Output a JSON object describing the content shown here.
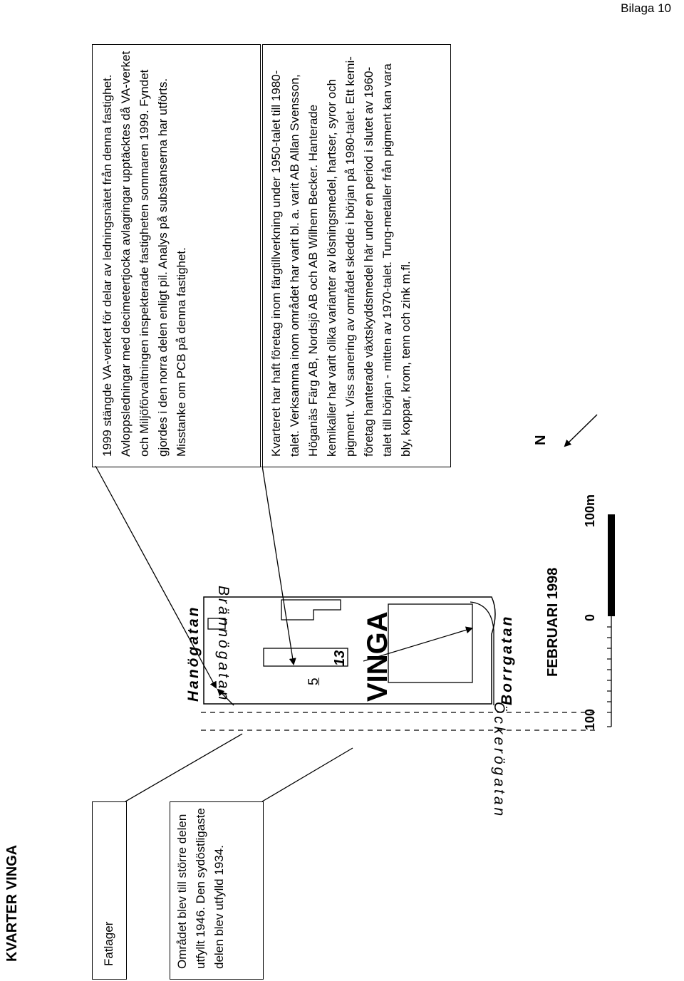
{
  "header": {
    "appendix": "Bilaga 10"
  },
  "page_title": "KVARTER VINGA",
  "boxes": {
    "fatlager": "Fatlager",
    "omradet": "Området blev  till större delen utfyllt 1946. Den sydöstligaste delen blev utfylld 1934.",
    "va_verket": "1999 stängde VA-verket för delar av ledningsnätet från denna fastighet. Avloppsledningar med decimetertjocka avlagringar upptäcktes då VA-verket och Miljöförvaltningen inspekterade fastigheten sommaren 1999. Fyndet gjordes i den norra delen enligt pil. Analys på substanserna har utförts. Misstanke om PCB på denna fastighet.",
    "kvarteret": "Kvarteret har haft företag inom färgtillverkning under 1950-talet till 1980-talet. Verksamma inom området har varit bl. a. varit AB Allan Svensson, Höganäs Färg AB, Nordsjö AB och AB Wilhem Becker. Hanterade kemikalier har varit olika varianter av lösningsmedel, hartser, syror och pigment. Viss sanering av området skedde i början på 1980-talet. Ett kemi-företag hanterade växtskyddsmedel här under en period i slutet av 1960-talet till början - mitten av 1970-talet. Tung-metaller från pigment kan vara bly, koppar, krom, tenn och zink m.fl."
  },
  "map": {
    "streets": {
      "hanogatan": "Hanögatan",
      "branno": "Brännögatan",
      "ockero": "Öckerögatan",
      "borrgatan": "Borrgatan"
    },
    "block_name": "VINGA",
    "plot_5": "5",
    "plot_13": "13",
    "date_label": "FEBRUARI 1998",
    "scale": {
      "left": "100",
      "zero": "0",
      "right": "100m"
    },
    "north": "N"
  }
}
